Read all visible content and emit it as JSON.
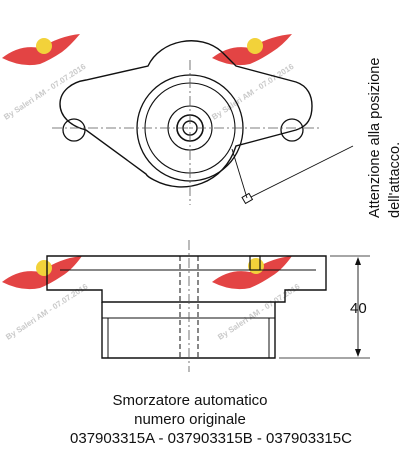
{
  "drawing": {
    "note": "Attenzione alla posizione dell'attacco.",
    "note_lines": [
      "Attenzione alla posizione",
      "dell'attacco."
    ],
    "dimension_height": "40"
  },
  "caption": {
    "line1": "Smorzatore automatico",
    "line2": "numero originale",
    "line3": "037903315A - 037903315B - 037903315C"
  },
  "watermark": {
    "text": "By Saleri AM - 07.07.2016",
    "logo_color": "#e03030"
  }
}
